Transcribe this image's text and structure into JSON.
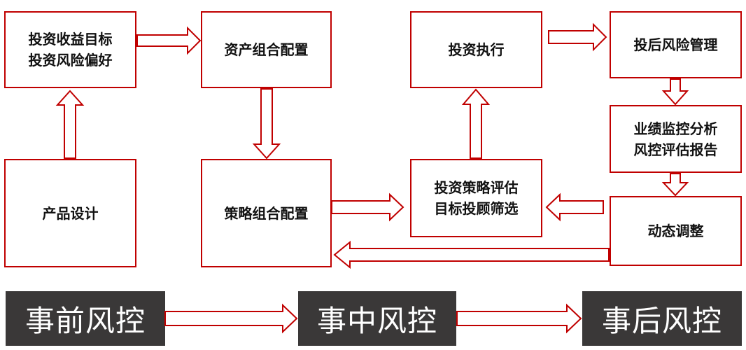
{
  "boxes": {
    "goal": "投资收益目标\n投资风险偏好",
    "asset_allocation": "资产组合配置",
    "execution": "投资执行",
    "post_risk": "投后风险管理",
    "product_design": "产品设计",
    "strategy_allocation": "策略组合配置",
    "strategy_eval": "投资策略评估\n目标投顾筛选",
    "performance": "业绩监控分析\n风控评估报告",
    "dynamic_adjust": "动态调整"
  },
  "phases": {
    "pre": "事前风控",
    "mid": "事中风控",
    "post": "事后风控"
  },
  "colors": {
    "border": "#c00000",
    "phase_bg": "#3a3838",
    "phase_text": "#ffffff"
  }
}
